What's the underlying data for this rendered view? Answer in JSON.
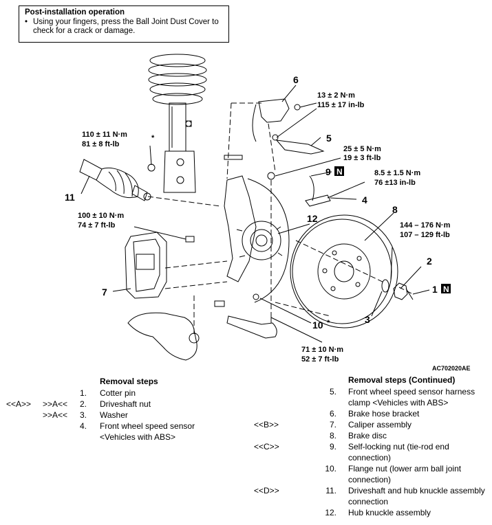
{
  "note": {
    "title": "Post-installation operation",
    "bullet": "•",
    "text": "Using your fingers, press the Ball Joint Dust Cover to check for a crack or damage."
  },
  "callouts": {
    "c1": "1",
    "c2": "2",
    "c3": "3",
    "c4": "4",
    "c5": "5",
    "c6": "6",
    "c7": "7",
    "c8": "8",
    "c9": "9",
    "c10": "10",
    "c11": "11",
    "c12": "12",
    "new_part_icon": "N",
    "asterisk": "*",
    "c10_asterisk": "*"
  },
  "torques": {
    "t_6_nm": "13 ± 2 N·m",
    "t_6_lb": "115 ± 17 in-lb",
    "t_25_nm": "25 ± 5 N·m",
    "t_25_lb": "19 ± 3 ft-lb",
    "t_85_nm": "8.5 ± 1.5 N·m",
    "t_85_lb": "76 ±13 in-lb",
    "t_110_nm": "110 ± 11 N·m",
    "t_110_lb": "81 ± 8 ft-lb",
    "t_100_nm": "100 ± 10 N·m",
    "t_100_lb": "74 ± 7 ft-lb",
    "t_144_nm": "144 – 176 N·m",
    "t_144_lb": "107 – 129 ft-lb",
    "t_71_nm": "71 ± 10 N·m",
    "t_71_lb": "52 ± 7 ft-lb"
  },
  "figure_code": "AC702020AE",
  "removal_left": {
    "heading": "Removal steps",
    "steps": [
      {
        "ref_a": "",
        "ref_b": "",
        "num": "1.",
        "text": "Cotter pin"
      },
      {
        "ref_a": "<<A>>",
        "ref_b": ">>A<<",
        "num": "2.",
        "text": "Driveshaft nut"
      },
      {
        "ref_a": "",
        "ref_b": ">>A<<",
        "num": "3.",
        "text": "Washer"
      },
      {
        "ref_a": "",
        "ref_b": "",
        "num": "4.",
        "text": "Front wheel speed sensor <Vehicles with ABS>"
      }
    ]
  },
  "removal_right": {
    "heading": "Removal steps (Continued)",
    "steps": [
      {
        "ref": "",
        "num": "5.",
        "text": "Front wheel speed sensor harness clamp <Vehicles with ABS>"
      },
      {
        "ref": "",
        "num": "6.",
        "text": "Brake hose bracket"
      },
      {
        "ref": "<<B>>",
        "num": "7.",
        "text": "Caliper assembly"
      },
      {
        "ref": "",
        "num": "8.",
        "text": "Brake disc"
      },
      {
        "ref": "<<C>>",
        "num": "9.",
        "text": "Self-locking nut (tie-rod end connection)"
      },
      {
        "ref": "",
        "num": "10.",
        "text": "Flange nut (lower arm ball joint connection)"
      },
      {
        "ref": "<<D>>",
        "num": "11.",
        "text": "Driveshaft and hub knuckle assembly connection"
      },
      {
        "ref": "",
        "num": "12.",
        "text": "Hub knuckle assembly"
      }
    ]
  }
}
